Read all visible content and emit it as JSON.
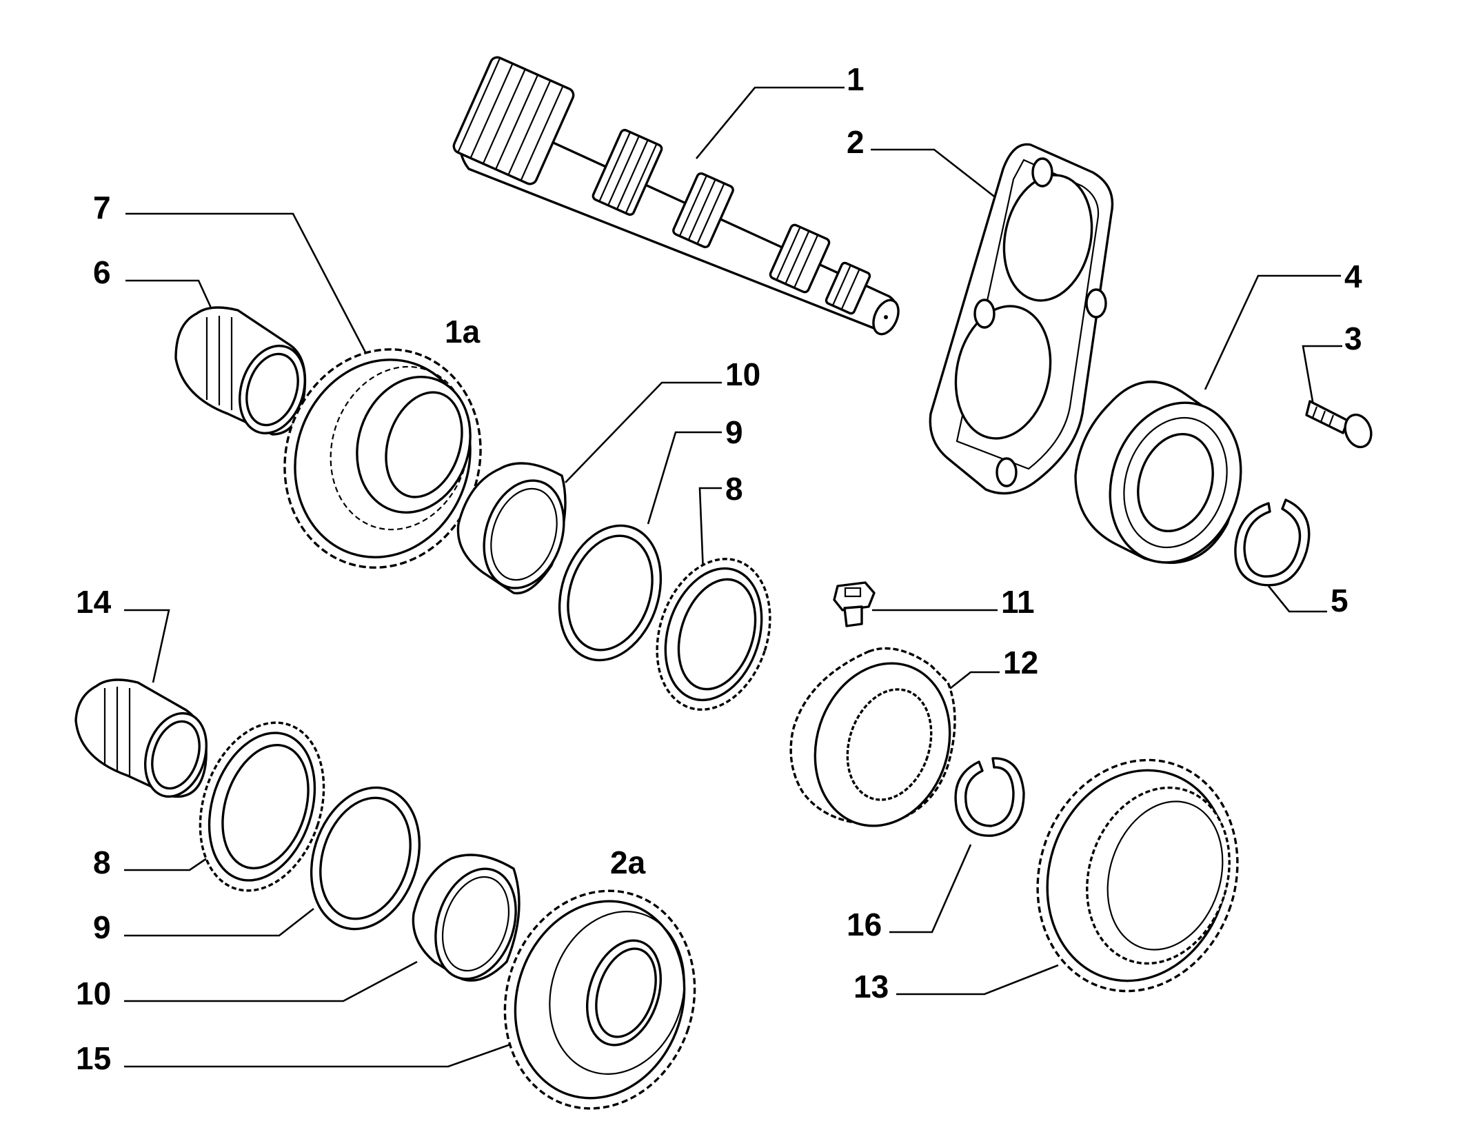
{
  "diagram": {
    "callouts": {
      "c1": "1",
      "c1a": "1a",
      "c2": "2",
      "c2a": "2a",
      "c3": "3",
      "c4": "4",
      "c5": "5",
      "c6": "6",
      "c7": "7",
      "c8a": "8",
      "c8b": "8",
      "c9a": "9",
      "c9b": "9",
      "c10a": "10",
      "c10b": "10",
      "c11": "11",
      "c12": "12",
      "c13": "13",
      "c14": "14",
      "c15": "15",
      "c16": "16"
    }
  }
}
